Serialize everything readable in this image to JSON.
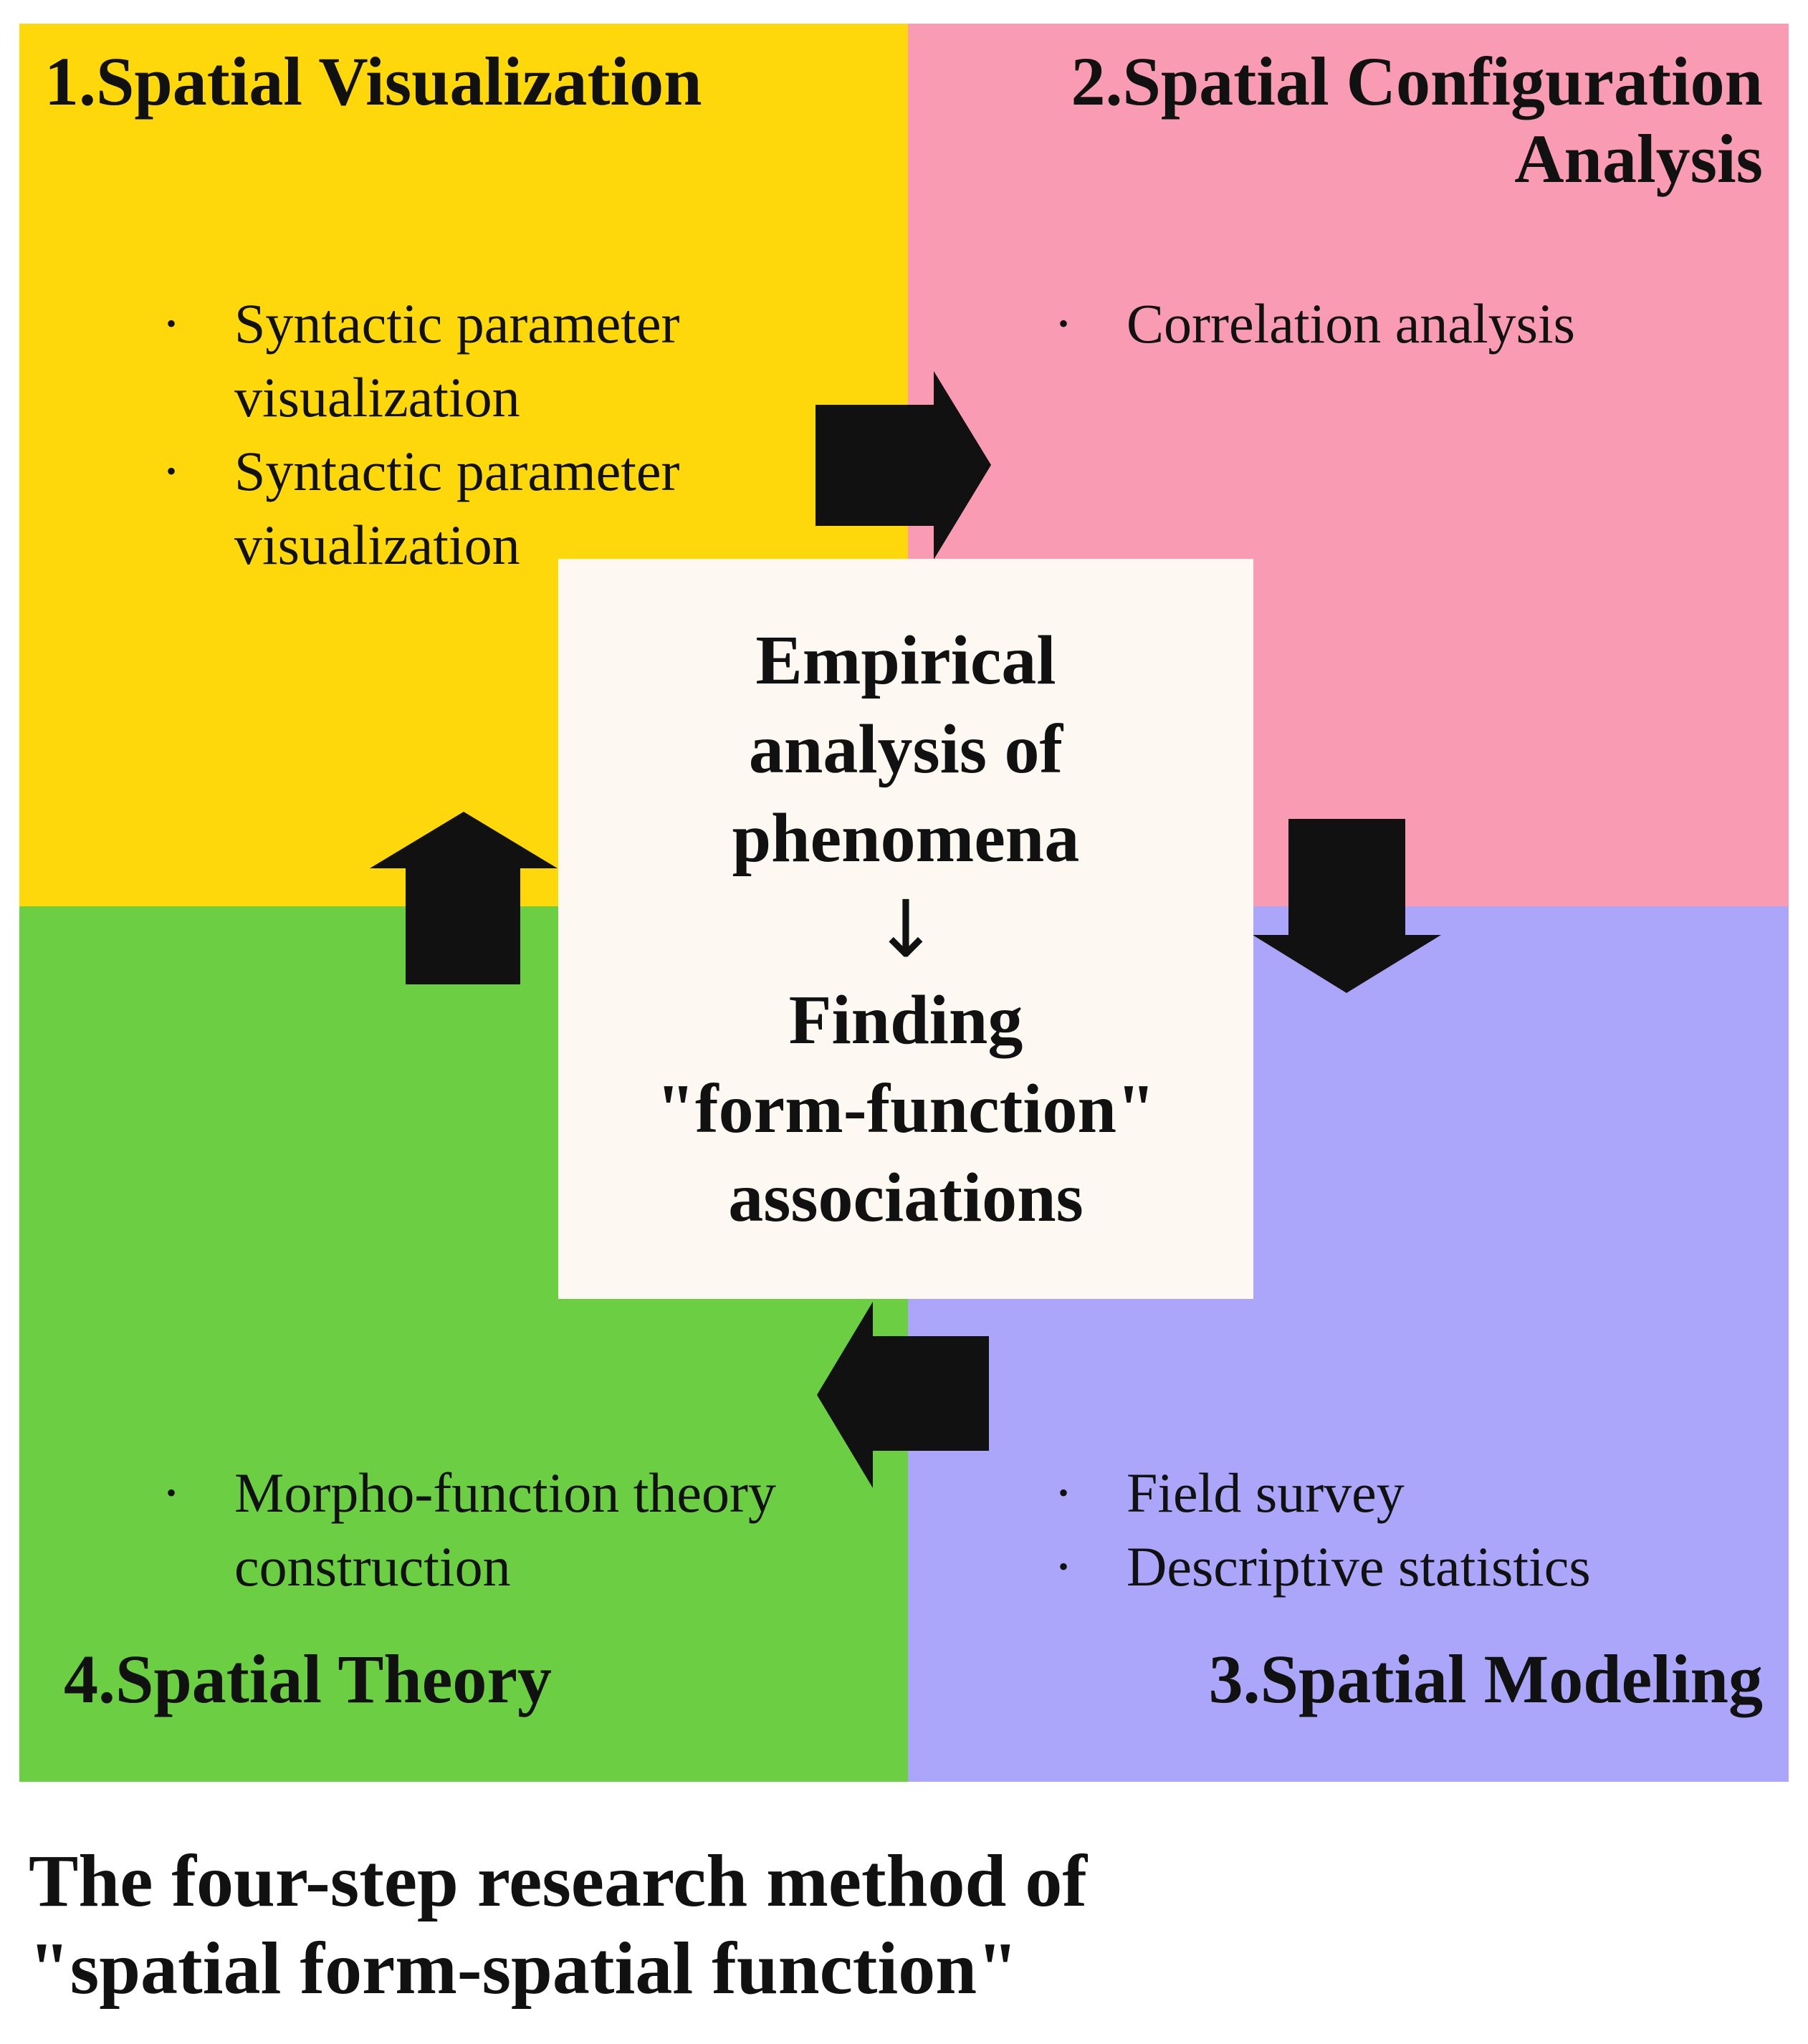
{
  "quadrants": {
    "q1": {
      "title": "1.Spatial Visualization",
      "items": [
        "Syntactic parameter visualization",
        "Syntactic parameter visualization"
      ]
    },
    "q2": {
      "title_line1": "2.Spatial Configuration",
      "title_line2": "Analysis",
      "items": [
        "Correlation analysis"
      ]
    },
    "q3": {
      "title": "3.Spatial Modeling",
      "items": [
        "Field survey",
        "Descriptive statistics"
      ]
    },
    "q4": {
      "title": "4.Spatial Theory",
      "items": [
        "Morpho-function theory construction"
      ]
    }
  },
  "center": {
    "line1": "Empirical",
    "line2": "analysis of",
    "line3": "phenomena",
    "arrow": "↓",
    "line4": "Finding",
    "line5": "\"form-function\"",
    "line6": "associations"
  },
  "caption": {
    "line1": "The four-step research method of",
    "line2": "\"spatial form-spatial function\""
  },
  "colors": {
    "q1": "#FFD80C",
    "q2": "#F89BB3",
    "q3": "#ACA6FB",
    "q4": "#6CCE42",
    "center": "#FDF8F1",
    "arrow": "#111111"
  }
}
